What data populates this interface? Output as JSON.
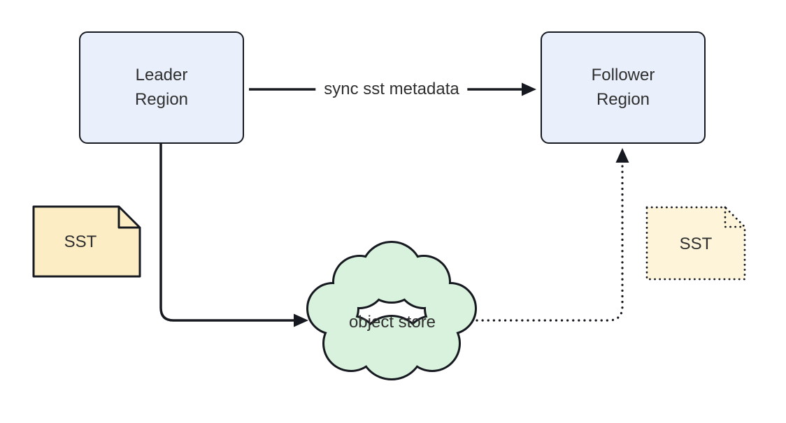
{
  "diagram": {
    "nodes": {
      "leader_region": {
        "line1": "Leader",
        "line2": "Region"
      },
      "follower_region": {
        "line1": "Follower",
        "line2": "Region"
      },
      "sst_source": {
        "label": "SST"
      },
      "sst_replica": {
        "label": "SST"
      },
      "object_store": {
        "label": "object store"
      }
    },
    "edges": {
      "sync_metadata": {
        "label": "sync sst metadata",
        "style": "solid"
      },
      "leader_to_store": {
        "style": "solid"
      },
      "store_to_follower": {
        "style": "dotted"
      }
    },
    "colors": {
      "region_fill": "#e9effb",
      "border": "#16191f",
      "sst_fill": "#fcedc5",
      "sst_replica_fill": "#fdf4da",
      "cloud_fill": "#d9f2dd",
      "text": "#2f2f2f",
      "background": "#ffffff"
    }
  }
}
